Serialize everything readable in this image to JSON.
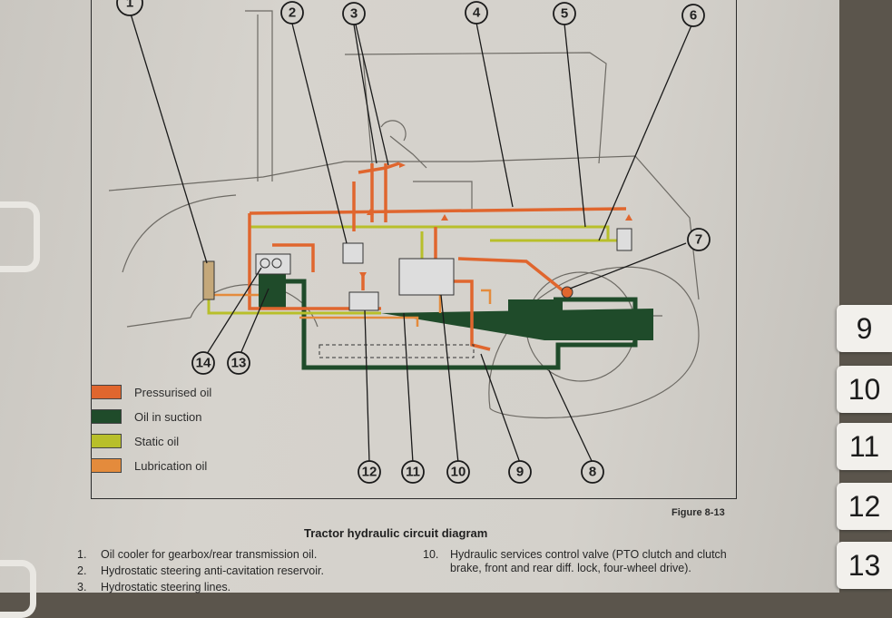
{
  "callouts": [
    "1",
    "2",
    "3",
    "4",
    "5",
    "6",
    "7",
    "8",
    "9",
    "10",
    "11",
    "12",
    "13",
    "14"
  ],
  "legend": [
    {
      "label": "Pressurised oil",
      "color": "#e0662e"
    },
    {
      "label": "Oil in suction",
      "color": "#1f4b2a"
    },
    {
      "label": "Static oil",
      "color": "#b8bf2a"
    },
    {
      "label": "Lubrication oil",
      "color": "#e48b3c"
    }
  ],
  "figure_number": "Figure 8-13",
  "caption": "Tractor hydraulic circuit diagram",
  "list_left": [
    {
      "num": "1.",
      "text": "Oil cooler for gearbox/rear transmission oil."
    },
    {
      "num": "2.",
      "text": "Hydrostatic steering anti-cavitation reservoir."
    },
    {
      "num": "3.",
      "text": "Hydrostatic steering lines."
    }
  ],
  "list_right": [
    {
      "num": "10.",
      "text": "Hydraulic services control valve (PTO clutch and clutch brake, front and rear diff. lock, four-wheel drive)."
    }
  ],
  "tabs": [
    "9",
    "10",
    "11",
    "12",
    "13"
  ]
}
